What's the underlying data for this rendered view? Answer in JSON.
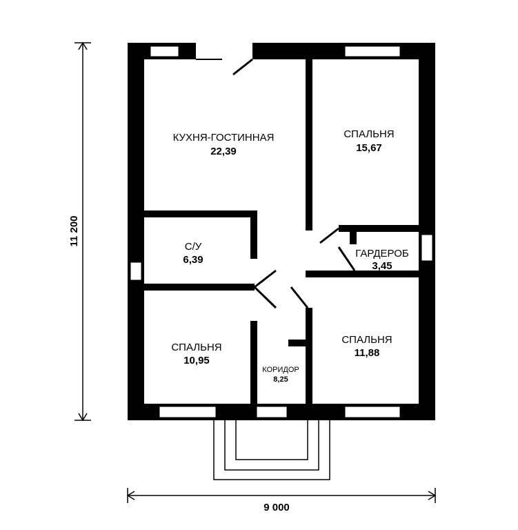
{
  "plan": {
    "rooms": {
      "kitchen_living": {
        "name": "КУХНЯ-ГОСТИННАЯ",
        "area": "22,39"
      },
      "bedroom_top_right": {
        "name": "СПАЛЬНЯ",
        "area": "15,67"
      },
      "bathroom": {
        "name": "С/У",
        "area": "6,39"
      },
      "wardrobe": {
        "name": "ГАРДЕРОБ",
        "area": "3,45"
      },
      "bedroom_bottom_left": {
        "name": "СПАЛЬНЯ",
        "area": "10,95"
      },
      "corridor": {
        "name": "КОРИДОР",
        "area": "8,25"
      },
      "bedroom_bottom_right": {
        "name": "СПАЛЬНЯ",
        "area": "11,88"
      }
    },
    "dimensions": {
      "width": "9 000",
      "height": "11 200"
    }
  }
}
